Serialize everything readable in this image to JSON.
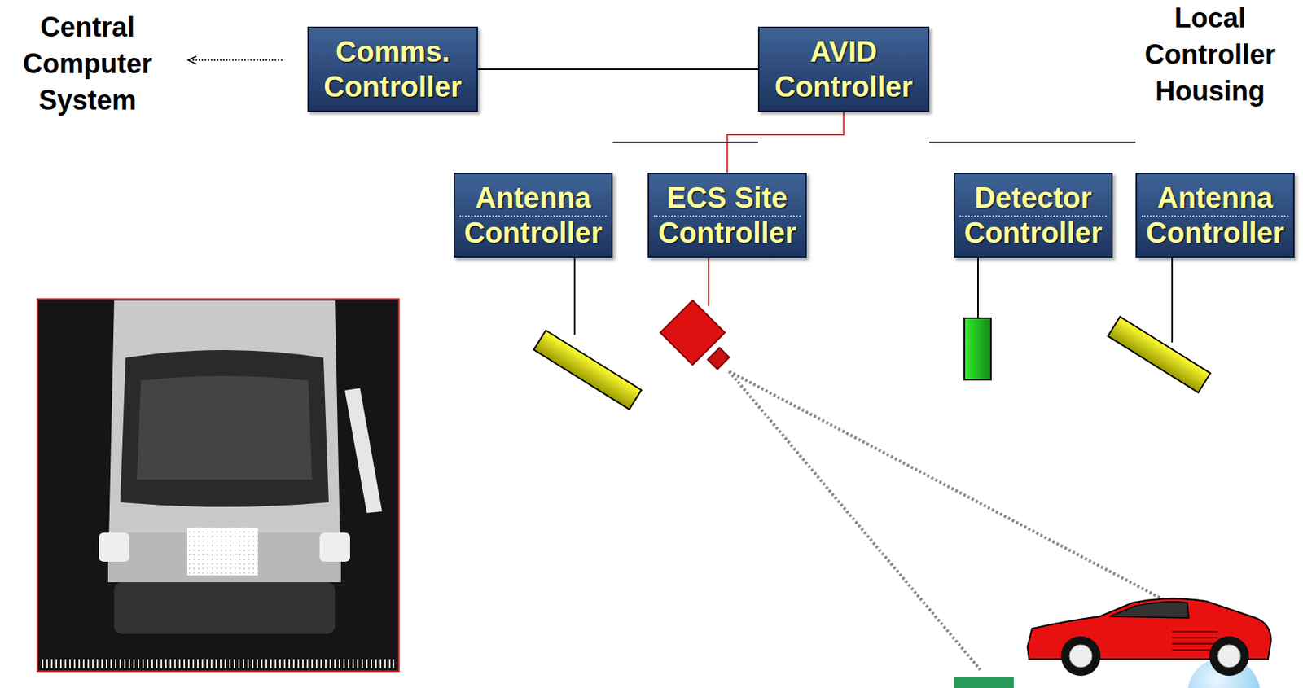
{
  "diagram": {
    "nodes": [
      {
        "text": [
          "Comms. Controller"
        ]
      },
      {
        "text": [
          "AVID Controller"
        ]
      },
      {
        "text": [
          "Antenna Controller"
        ]
      },
      {
        "text": [
          "ECS Site Controller"
        ]
      },
      {
        "text": [
          "Detector Controller"
        ]
      },
      {
        "text": [
          "Antenna Controller"
        ]
      }
    ],
    "edges": [
      {
        "from": 0,
        "to": 1,
        "arrow": "none"
      },
      {
        "from": 1,
        "to": 2,
        "arrow": "none"
      },
      {
        "from": 1,
        "to": 3,
        "arrow": "none"
      },
      {
        "from": 1,
        "to": 4,
        "arrow": "none"
      },
      {
        "from": 1,
        "to": 5,
        "arrow": "none"
      }
    ],
    "labels": [
      "Central Computer System",
      "Local Controller Housing"
    ]
  }
}
